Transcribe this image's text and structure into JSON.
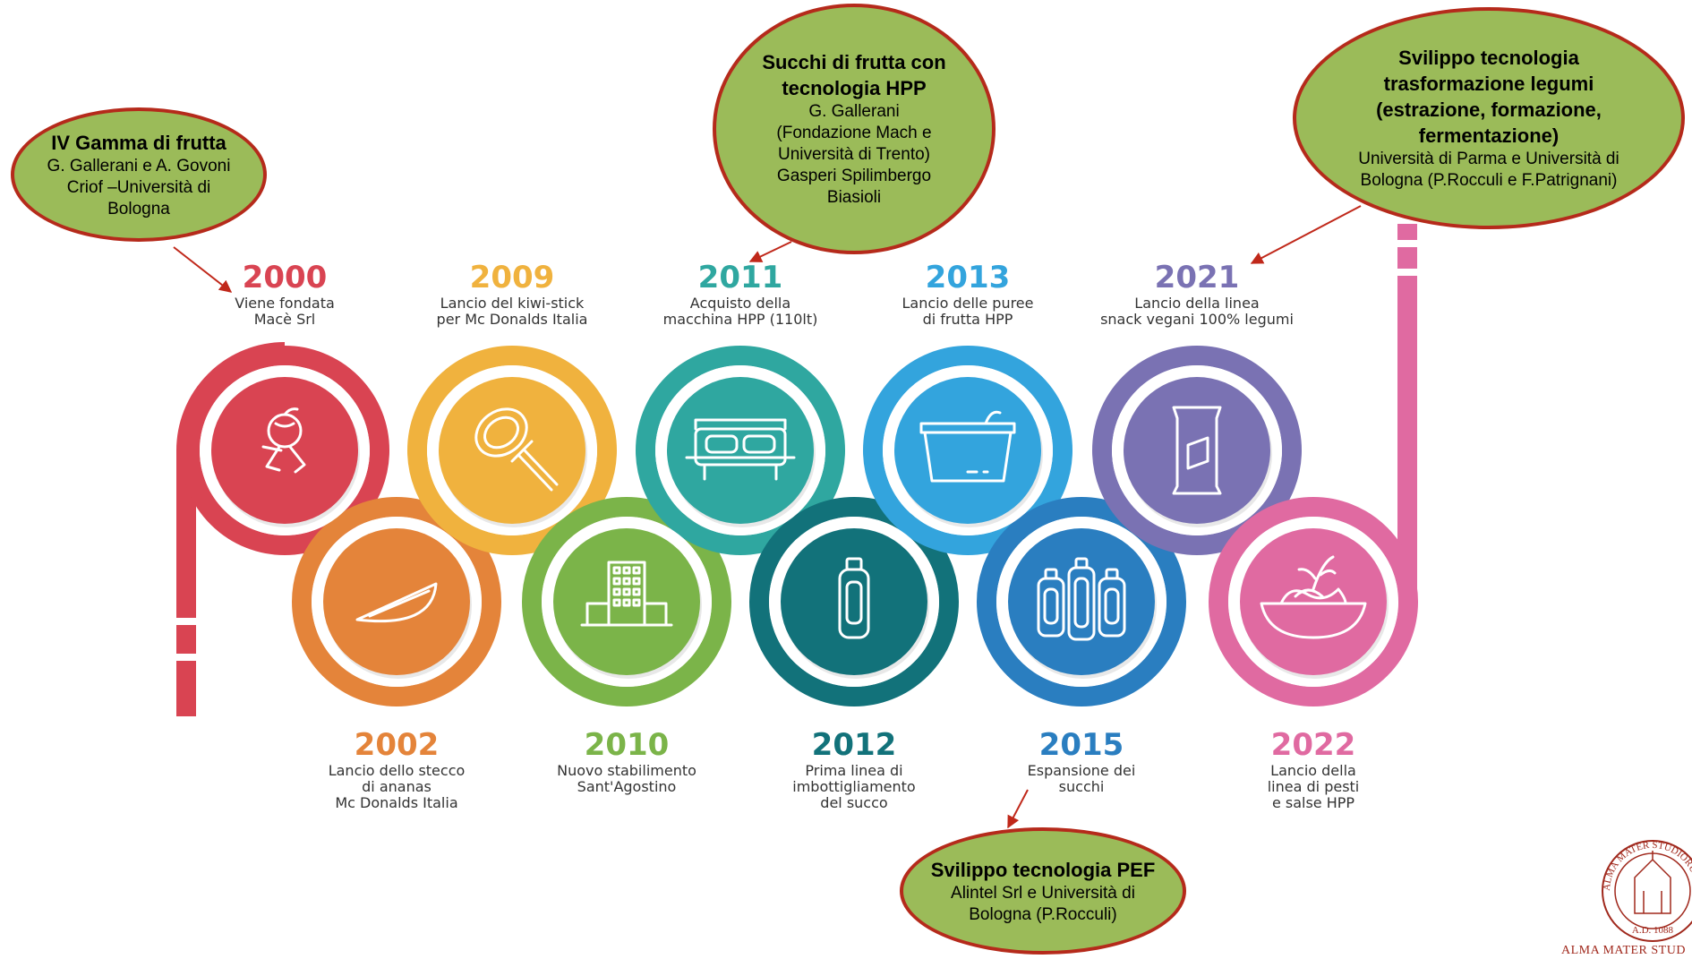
{
  "timeline": {
    "colors": {
      "2000": "#d94452",
      "2002": "#e4843a",
      "2009": "#f0b23e",
      "2010": "#7bb449",
      "2011": "#2fa7a0",
      "2012": "#12727a",
      "2013": "#33a4dd",
      "2015": "#2a7ec0",
      "2021": "#7a72b3",
      "2022": "#e06aa1"
    },
    "events": [
      {
        "year": "2000",
        "lines": [
          "Viene fondata",
          "Macè Srl"
        ],
        "icon": "running-fruit-icon"
      },
      {
        "year": "2002",
        "lines": [
          "Lancio dello stecco",
          "di ananas",
          "Mc Donalds Italia"
        ],
        "icon": "fruit-slice-icon"
      },
      {
        "year": "2009",
        "lines": [
          "Lancio del kiwi-stick",
          "per Mc Donalds Italia"
        ],
        "icon": "kiwi-stick-icon"
      },
      {
        "year": "2010",
        "lines": [
          "Nuovo stabilimento",
          "Sant'Agostino"
        ],
        "icon": "building-icon"
      },
      {
        "year": "2011",
        "lines": [
          "Acquisto della",
          "macchina HPP (110lt)"
        ],
        "icon": "hpp-machine-icon"
      },
      {
        "year": "2012",
        "lines": [
          "Prima linea di",
          "imbottigliamento",
          "del succo"
        ],
        "icon": "bottle-icon"
      },
      {
        "year": "2013",
        "lines": [
          "Lancio delle puree",
          "di frutta HPP"
        ],
        "icon": "cup-icon"
      },
      {
        "year": "2015",
        "lines": [
          "Espansione dei",
          "succhi"
        ],
        "icon": "bottles-icon"
      },
      {
        "year": "2021",
        "lines": [
          "Lancio della linea",
          "snack vegani 100% legumi"
        ],
        "icon": "snack-bag-icon"
      },
      {
        "year": "2022",
        "lines": [
          "Lancio della",
          "linea di pesti",
          "e salse HPP"
        ],
        "icon": "pasta-bowl-icon"
      }
    ]
  },
  "callouts": [
    {
      "title": "IV Gamma di frutta",
      "body": "G. Gallerani e A. Govoni\nCriof –Università di\nBologna"
    },
    {
      "title": "Succhi di frutta con\ntecnologia HPP",
      "body": "G. Gallerani\n(Fondazione  Mach e\nUniversità di Trento)\nGasperi Spilimbergo\nBiasioli"
    },
    {
      "title": "Svilippo tecnologia\ntrasformazione legumi\n(estrazione, formazione,\nfermentazione)",
      "body": "Università di Parma e Università di\nBologna (P.Rocculi e F.Patrignani)"
    },
    {
      "title": "Svilippo tecnologia PEF",
      "body": "Alintel Srl e Università di\nBologna (P.Rocculi)"
    }
  ],
  "callout_style": {
    "fill": "#9bbb59",
    "border": "#b52a1b",
    "arrow": "#c0281a"
  },
  "logo": {
    "name": "university-seal",
    "caption": "ALMA MATER STUD",
    "seal_text": "ALMA MATER STUDIORUM",
    "seal_date": "A.D. 1088",
    "color": "#a0281c"
  }
}
